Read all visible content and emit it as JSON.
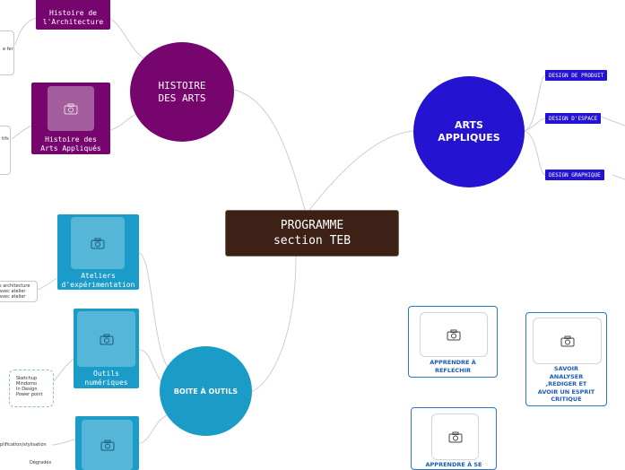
{
  "center": {
    "title": "PROGRAMME\nsection TEB"
  },
  "colors": {
    "center": "#3d2116",
    "histoire": "#76066e",
    "arts": "#2413d0",
    "boite": "#1b9bc7",
    "card_border": "#2c78c8",
    "card_text": "#1c5cb8"
  },
  "branches": {
    "histoire": {
      "label": "HISTOIRE\nDES ARTS",
      "children": [
        {
          "label": "Histoire de\nl'Architecture",
          "icon": "camera-icon"
        },
        {
          "label": "Histoire des\nArts Appliqués",
          "icon": "camera-icon"
        }
      ],
      "partial_notes": [
        "e fer",
        "tifs"
      ]
    },
    "arts": {
      "label": "ARTS\nAPPLIQUES",
      "children": [
        {
          "label": "DESIGN DE PRODUIT"
        },
        {
          "label": "DESIGN D'ESPACE"
        },
        {
          "label": "DESIGN GRAPHIQUE"
        }
      ]
    },
    "boite": {
      "label": "BOITE À OUTILS",
      "children": [
        {
          "label": "Ateliers\nd'expérimentation",
          "icon": "camera-icon",
          "note": "s architecture\navec atelier\navec atelier"
        },
        {
          "label": "Outils\nnumériques",
          "icon": "camera-icon",
          "note": "Sketchup\nMindomo\nIn Design\nPower point"
        },
        {
          "label": "",
          "icon": "camera-icon",
          "note1": "plification/stylisation",
          "note2": "Dégradés"
        }
      ]
    }
  },
  "cards": [
    {
      "label": "APPRENDRE À\nREFLECHIR",
      "icon": "camera-icon"
    },
    {
      "label": "SAVOIR\nANALYSER\n,REDIGER ET\nAVOIR UN ESPRIT\nCRITIQUE",
      "icon": "camera-icon"
    },
    {
      "label": "APPRENDRE À SE",
      "icon": "camera-icon"
    }
  ]
}
